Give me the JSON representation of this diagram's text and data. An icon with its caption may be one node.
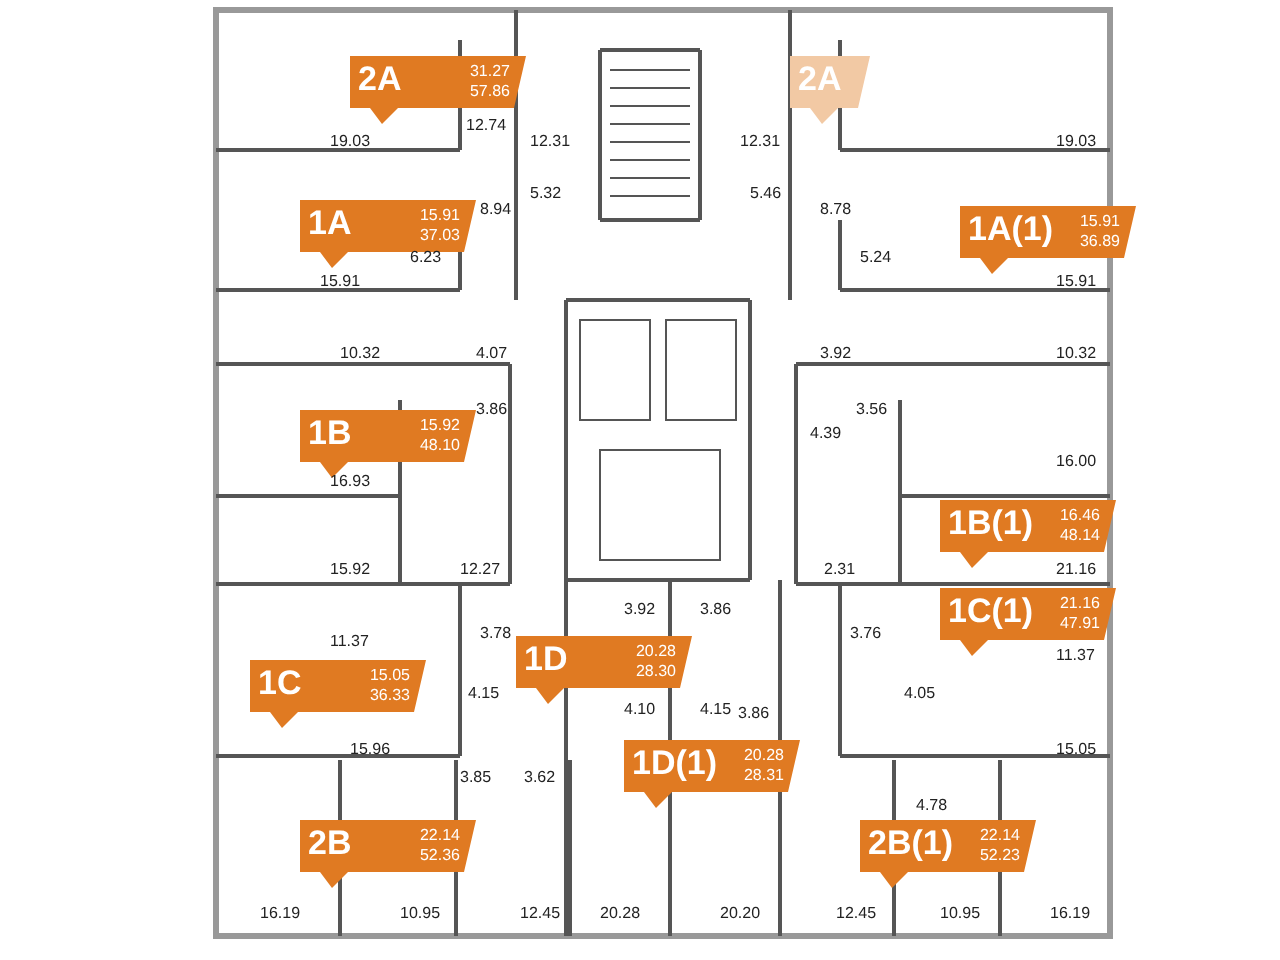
{
  "diagram": {
    "nodes": [
      {
        "text": [
          "2A",
          "31.27",
          "57.86"
        ]
      },
      {
        "text": [
          "2A"
        ]
      },
      {
        "text": [
          "1A",
          "15.91",
          "37.03"
        ]
      },
      {
        "text": [
          "1A(1)",
          "15.91",
          "36.89"
        ]
      },
      {
        "text": [
          "1B",
          "15.92",
          "48.10"
        ]
      },
      {
        "text": [
          "1B(1)",
          "16.46",
          "48.14"
        ]
      },
      {
        "text": [
          "1C(1)",
          "21.16",
          "47.91"
        ]
      },
      {
        "text": [
          "1D",
          "20.28",
          "28.30"
        ]
      },
      {
        "text": [
          "1C",
          "15.05",
          "36.33"
        ]
      },
      {
        "text": [
          "1D(1)",
          "20.28",
          "28.31"
        ]
      },
      {
        "text": [
          "2B",
          "22.14",
          "52.36"
        ]
      },
      {
        "text": [
          "2B(1)",
          "22.14",
          "52.23"
        ]
      }
    ],
    "labels": [
      "12.74",
      "19.03",
      "12.31",
      "12.31",
      "19.03",
      "5.32",
      "5.46",
      "8.94",
      "8.78",
      "6.23",
      "5.24",
      "15.91",
      "15.91",
      "10.32",
      "4.07",
      "3.92",
      "10.32",
      "3.86",
      "3.56",
      "4.39",
      "16.93",
      "16.00",
      "15.92",
      "12.27",
      "2.31",
      "21.16",
      "3.92",
      "3.86",
      "3.78",
      "3.76",
      "11.37",
      "11.37",
      "4.15",
      "4.05",
      "4.10",
      "4.15",
      "3.86",
      "15.96",
      "15.05",
      "3.85",
      "3.62",
      "4.78",
      "16.19",
      "10.95",
      "12.45",
      "20.28",
      "20.20",
      "12.45",
      "10.95",
      "16.19"
    ]
  }
}
